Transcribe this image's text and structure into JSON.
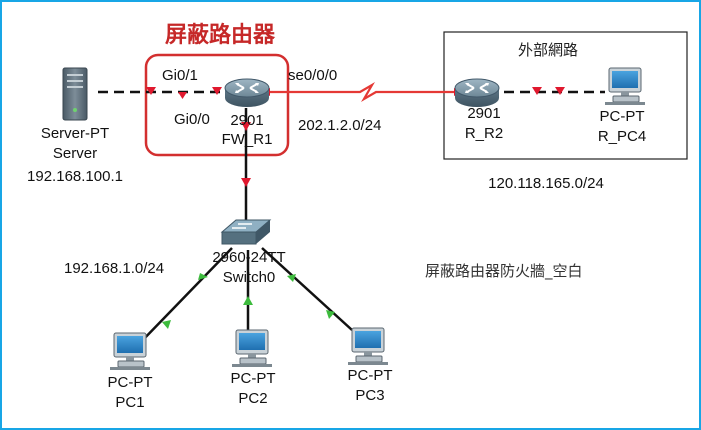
{
  "title": "屏蔽路由器",
  "caption": "屏蔽路由器防火牆_空白",
  "external_box_label": "外部網路",
  "colors": {
    "frame": "#18a6e6",
    "title": "#c62828",
    "highlight": "#d32f2f",
    "serial_link": "#e53935",
    "link": "#111111",
    "link_down": "#e0182e",
    "link_up": "#3dbb3d"
  },
  "devices": {
    "server": {
      "type": "Server-PT",
      "name": "Server",
      "ip": "192.168.100.1",
      "icon": "server-icon"
    },
    "fw_r1": {
      "type": "2901",
      "name": "FW_R1",
      "icon": "router-icon"
    },
    "r_r2": {
      "type": "2901",
      "name": "R_R2",
      "icon": "router-icon"
    },
    "r_pc4": {
      "type": "PC-PT",
      "name": "R_PC4",
      "icon": "pc-icon"
    },
    "switch0": {
      "type": "2960-24TT",
      "name": "Switch0",
      "icon": "switch-icon"
    },
    "pc1": {
      "type": "PC-PT",
      "name": "PC1",
      "icon": "pc-icon"
    },
    "pc2": {
      "type": "PC-PT",
      "name": "PC2",
      "icon": "pc-icon"
    },
    "pc3": {
      "type": "PC-PT",
      "name": "PC3",
      "icon": "pc-icon"
    }
  },
  "interfaces": {
    "gi01": "Gi0/1",
    "gi00": "Gi0/0",
    "se000": "se0/0/0"
  },
  "networks": {
    "wan": "202.1.2.0/24",
    "external": "120.118.165.0/24",
    "lan": "192.168.1.0/24"
  }
}
